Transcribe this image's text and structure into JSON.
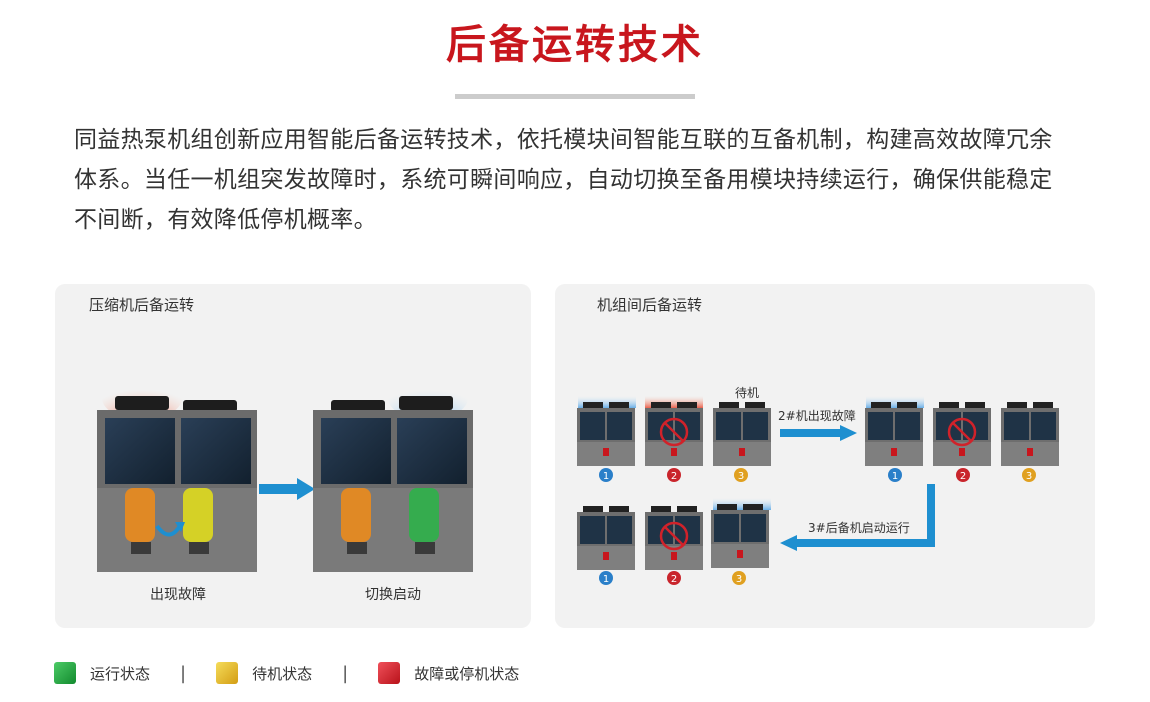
{
  "header": {
    "title": "后备运转技术",
    "description": "同益热泵机组创新应用智能后备运转技术，依托模块间智能互联的互备机制，构建高效故障冗余体系。当任一机组突发故障时，系统可瞬间响应，自动切换至备用模块持续运行，确保供能稳定不间断，有效降低停机概率。"
  },
  "panel_left": {
    "title": "压缩机后备运转",
    "caption_before": "出现故障",
    "caption_after": "切换启动"
  },
  "panel_right": {
    "title": "机组间后备运转",
    "standby_label": "待机",
    "arrow1_label": "2#机出现故障",
    "arrow2_label": "3#后备机启动运行",
    "unit_numbers": [
      "1",
      "2",
      "3"
    ]
  },
  "legend": [
    {
      "label": "运行状态",
      "color": "#1e9a3c"
    },
    {
      "label": "待机状态",
      "color": "#e2b321"
    },
    {
      "label": "故障或停机状态",
      "color": "#d0222a"
    }
  ],
  "colors": {
    "brand_red": "#c8161d",
    "arrow_blue": "#1e8fd0",
    "num_blue": "#2a7fc9",
    "num_red": "#c9252c",
    "num_yellow": "#e0a020"
  }
}
